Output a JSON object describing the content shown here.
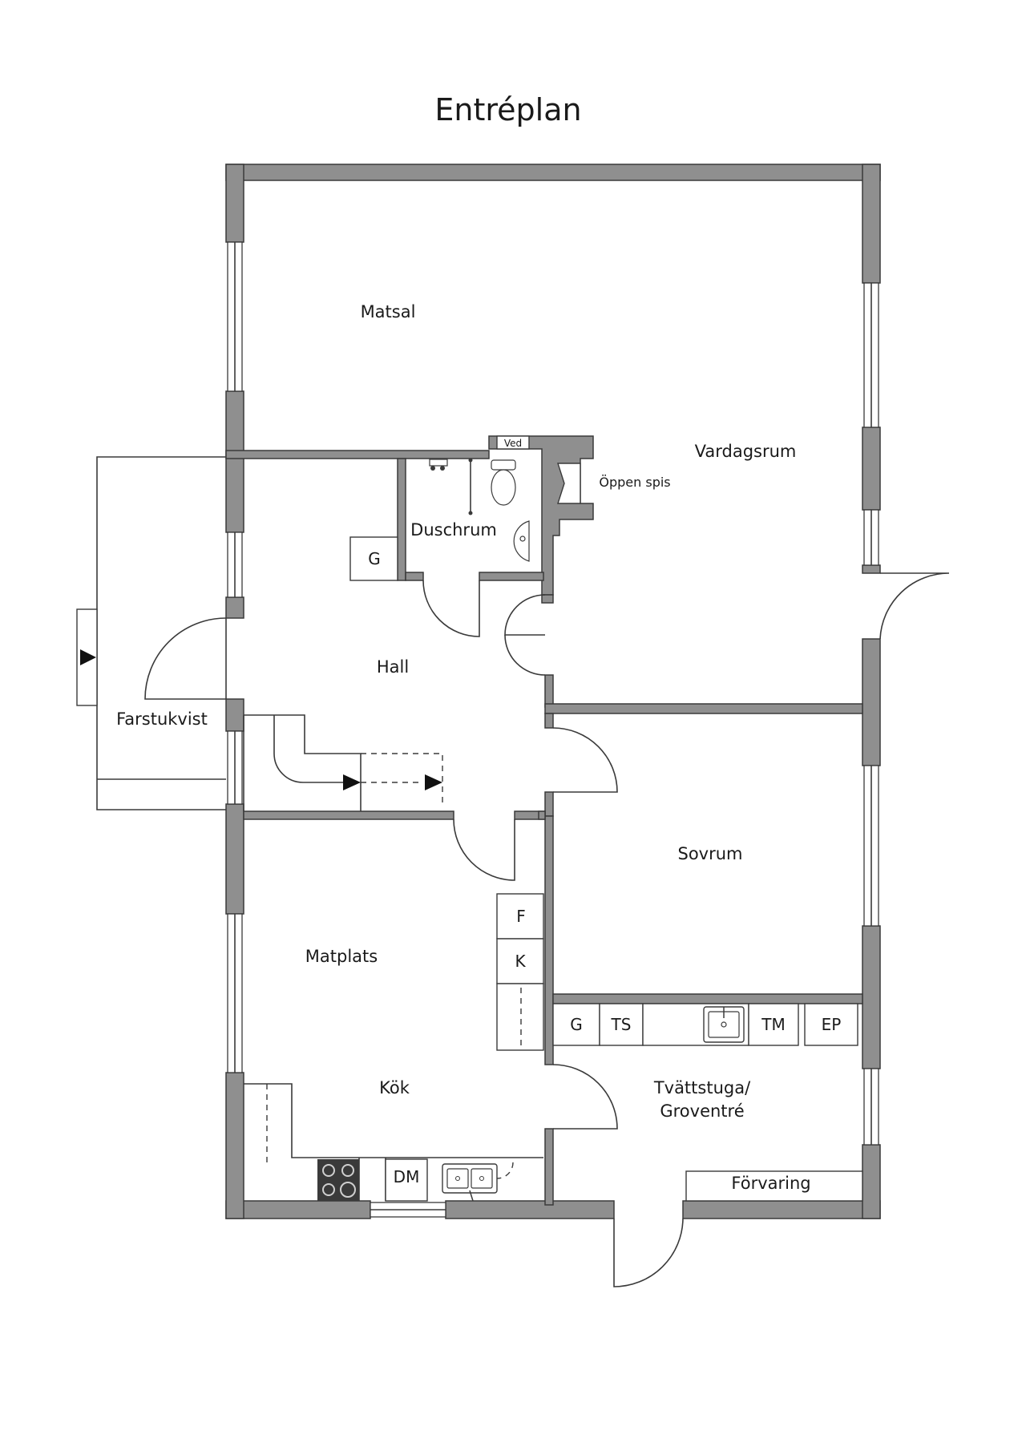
{
  "plan": {
    "title": "Entréplan",
    "rooms": {
      "matsal": "Matsal",
      "vardagsrum": "Vardagsrum",
      "oppen_spis": "Öppen spis",
      "ved": "Ved",
      "duschrum": "Duschrum",
      "hall": "Hall",
      "farstukvist": "Farstukvist",
      "sovrum": "Sovrum",
      "matplats": "Matplats",
      "kok": "Kök",
      "tvattstuga_line1": "Tvättstuga/",
      "tvattstuga_line2": "Groventré",
      "forvaring": "Förvaring"
    },
    "fixtures": {
      "hall_g": "G",
      "fridge_f": "F",
      "freezer_k": "K",
      "dishwasher": "DM",
      "laundry_g": "G",
      "dryer_ts": "TS",
      "washer_tm": "TM",
      "electric_panel": "EP"
    }
  },
  "colors": {
    "wall": "#8f8f8f",
    "line": "#3a3a3a",
    "background": "#ffffff"
  }
}
